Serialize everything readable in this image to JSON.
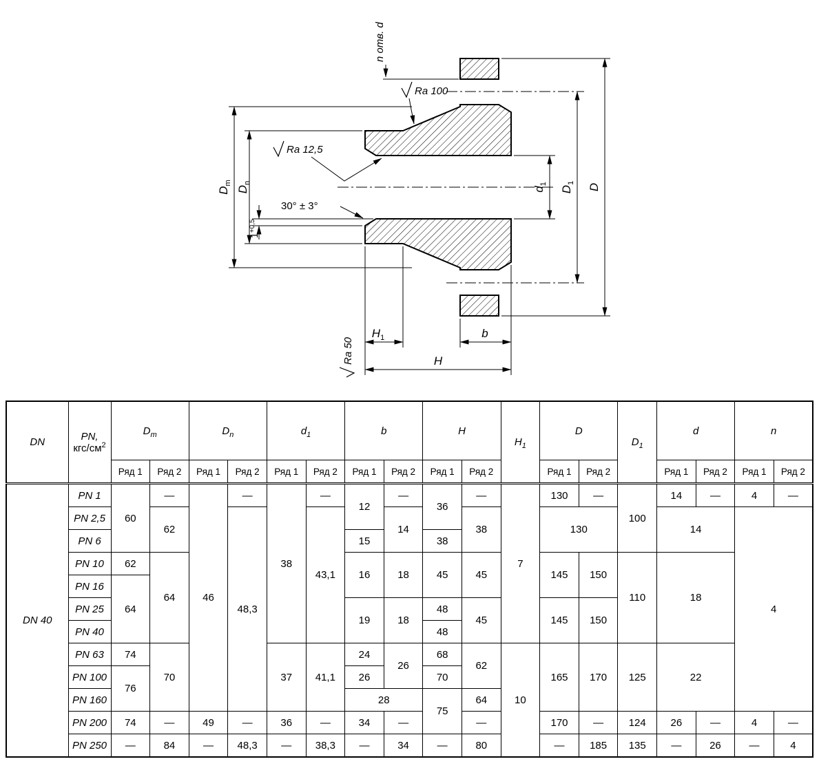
{
  "drawing": {
    "labels": {
      "n_holes": "n отв. d",
      "ra_top": "Ra 100",
      "ra_mid": "Ra 12,5",
      "ra_left": "Ra 50",
      "chamfer_angle": "30° ± 3°",
      "chamfer_depth_base": "1",
      "chamfer_depth_sup": "+0,5",
      "dim_D": "D",
      "dim_D1_base": "D",
      "dim_D1_sub": "1",
      "dim_d1_base": "d",
      "dim_d1_sub": "1",
      "dim_Dm_base": "D",
      "dim_Dm_sub": "m",
      "dim_Dn_base": "D",
      "dim_Dn_sub": "n",
      "dim_H": "H",
      "dim_H1_base": "H",
      "dim_H1_sub": "1",
      "dim_b": "b"
    }
  },
  "table": {
    "header_rows": [
      [
        {
          "rs": 2,
          "parts": [
            {
              "t": "DN",
              "i": true
            }
          ]
        },
        {
          "rs": 2,
          "parts": [
            {
              "t": "PN,",
              "i": true
            },
            {
              "br": true
            },
            {
              "t": "кгс/см"
            },
            {
              "sup": "2"
            }
          ]
        },
        {
          "cs": 2,
          "parts": [
            {
              "t": "D",
              "i": true
            },
            {
              "sub": "m"
            }
          ]
        },
        {
          "cs": 2,
          "parts": [
            {
              "t": "D",
              "i": true
            },
            {
              "sub": "n"
            }
          ]
        },
        {
          "cs": 2,
          "parts": [
            {
              "t": "d",
              "i": true
            },
            {
              "sub": "1"
            }
          ]
        },
        {
          "cs": 2,
          "parts": [
            {
              "t": "b",
              "i": true
            }
          ]
        },
        {
          "cs": 2,
          "parts": [
            {
              "t": "H",
              "i": true
            }
          ]
        },
        {
          "rs": 2,
          "parts": [
            {
              "t": "H",
              "i": true
            },
            {
              "sub": "1"
            }
          ]
        },
        {
          "cs": 2,
          "parts": [
            {
              "t": "D",
              "i": true
            }
          ]
        },
        {
          "rs": 2,
          "parts": [
            {
              "t": "D",
              "i": true
            },
            {
              "sub": "1"
            }
          ]
        },
        {
          "cs": 2,
          "parts": [
            {
              "t": "d",
              "i": true
            }
          ]
        },
        {
          "cs": 2,
          "parts": [
            {
              "t": "n",
              "i": true
            }
          ]
        }
      ],
      [
        {
          "v": "Ряд 1"
        },
        {
          "v": "Ряд 2"
        },
        {
          "v": "Ряд 1"
        },
        {
          "v": "Ряд 2"
        },
        {
          "v": "Ряд 1"
        },
        {
          "v": "Ряд 2"
        },
        {
          "v": "Ряд 1"
        },
        {
          "v": "Ряд 2"
        },
        {
          "v": "Ряд 1"
        },
        {
          "v": "Ряд 2"
        },
        {
          "v": "Ряд 1"
        },
        {
          "v": "Ряд 2"
        },
        {
          "v": "Ряд 1"
        },
        {
          "v": "Ряд 2"
        },
        {
          "v": "Ряд 1"
        },
        {
          "v": "Ряд 2"
        }
      ]
    ],
    "body_rows": [
      [
        {
          "rs": 12,
          "parts": [
            {
              "t": "DN 40",
              "i": true
            }
          ]
        },
        {
          "parts": [
            {
              "t": "PN 1",
              "i": true
            }
          ]
        },
        {
          "rs": 3,
          "v": "60"
        },
        {
          "v": "—"
        },
        {
          "rs": 10,
          "v": "46"
        },
        {
          "v": "—"
        },
        {
          "rs": 7,
          "v": "38"
        },
        {
          "v": "—"
        },
        {
          "rs": 2,
          "v": "12"
        },
        {
          "v": "—"
        },
        {
          "rs": 2,
          "v": "36"
        },
        {
          "v": "—"
        },
        {
          "rs": 7,
          "v": "7"
        },
        {
          "v": "130"
        },
        {
          "v": "—"
        },
        {
          "rs": 3,
          "v": "100"
        },
        {
          "v": "14"
        },
        {
          "v": "—"
        },
        {
          "v": "4"
        },
        {
          "v": "—"
        }
      ],
      [
        {
          "parts": [
            {
              "t": "PN 2,5",
              "i": true
            }
          ]
        },
        {
          "rs": 2,
          "v": "62"
        },
        {
          "rs": 9,
          "v": "48,3"
        },
        {
          "rs": 6,
          "v": "43,1"
        },
        {
          "rs": 2,
          "v": "14"
        },
        {
          "rs": 2,
          "v": "38"
        },
        {
          "rs": 2,
          "cs": 2,
          "v": "130"
        },
        {
          "rs": 2,
          "cs": 2,
          "v": "14"
        },
        {
          "rs": 9,
          "cs": 2,
          "v": "4"
        }
      ],
      [
        {
          "parts": [
            {
              "t": "PN 6",
              "i": true
            }
          ]
        },
        {
          "v": "15"
        },
        {
          "v": "38"
        }
      ],
      [
        {
          "parts": [
            {
              "t": "PN 10",
              "i": true
            }
          ]
        },
        {
          "v": "62"
        },
        {
          "rs": 4,
          "v": "64"
        },
        {
          "rs": 2,
          "v": "16"
        },
        {
          "rs": 2,
          "v": "18"
        },
        {
          "rs": 2,
          "v": "45"
        },
        {
          "rs": 2,
          "v": "45"
        },
        {
          "rs": 2,
          "v": "145"
        },
        {
          "rs": 2,
          "v": "150"
        },
        {
          "rs": 4,
          "v": "110"
        },
        {
          "rs": 4,
          "cs": 2,
          "v": "18"
        }
      ],
      [
        {
          "parts": [
            {
              "t": "PN 16",
              "i": true
            }
          ]
        },
        {
          "rs": 3,
          "v": "64"
        }
      ],
      [
        {
          "parts": [
            {
              "t": "PN 25",
              "i": true
            }
          ]
        },
        {
          "rs": 2,
          "v": "19"
        },
        {
          "rs": 2,
          "v": "18"
        },
        {
          "v": "48"
        },
        {
          "rs": 2,
          "v": "45"
        },
        {
          "rs": 2,
          "v": "145"
        },
        {
          "rs": 2,
          "v": "150"
        }
      ],
      [
        {
          "parts": [
            {
              "t": "PN 40",
              "i": true
            }
          ]
        },
        {
          "v": "48"
        }
      ],
      [
        {
          "parts": [
            {
              "t": "PN 63",
              "i": true
            }
          ]
        },
        {
          "v": "74"
        },
        {
          "rs": 3,
          "v": "70"
        },
        {
          "rs": 3,
          "v": "37"
        },
        {
          "rs": 3,
          "v": "41,1"
        },
        {
          "v": "24"
        },
        {
          "rs": 2,
          "v": "26"
        },
        {
          "v": "68"
        },
        {
          "rs": 2,
          "v": "62"
        },
        {
          "rs": 5,
          "v": "10"
        },
        {
          "rs": 3,
          "v": "165"
        },
        {
          "rs": 3,
          "v": "170"
        },
        {
          "rs": 3,
          "v": "125"
        },
        {
          "rs": 3,
          "cs": 2,
          "v": "22"
        }
      ],
      [
        {
          "parts": [
            {
              "t": "PN 100",
              "i": true
            }
          ]
        },
        {
          "rs": 2,
          "v": "76"
        },
        {
          "v": "26"
        },
        {
          "v": "70"
        }
      ],
      [
        {
          "parts": [
            {
              "t": "PN 160",
              "i": true
            }
          ]
        },
        {
          "cs": 2,
          "v": "28"
        },
        {
          "rs": 2,
          "v": "75"
        },
        {
          "v": "64"
        }
      ],
      [
        {
          "parts": [
            {
              "t": "PN 200",
              "i": true
            }
          ]
        },
        {
          "v": "74"
        },
        {
          "v": "—"
        },
        {
          "v": "49"
        },
        {
          "v": "—"
        },
        {
          "v": "36"
        },
        {
          "v": "—"
        },
        {
          "v": "34"
        },
        {
          "v": "—"
        },
        {
          "v": "—"
        },
        {
          "v": "170"
        },
        {
          "v": "—"
        },
        {
          "v": "124"
        },
        {
          "v": "26"
        },
        {
          "v": "—"
        },
        {
          "v": "4"
        },
        {
          "v": "—"
        }
      ],
      [
        {
          "parts": [
            {
              "t": "PN 250",
              "i": true
            }
          ]
        },
        {
          "v": "—"
        },
        {
          "v": "84"
        },
        {
          "v": "—"
        },
        {
          "v": "48,3"
        },
        {
          "v": "—"
        },
        {
          "v": "38,3"
        },
        {
          "v": "—"
        },
        {
          "v": "34"
        },
        {
          "v": "—"
        },
        {
          "v": "80"
        },
        {
          "v": "—"
        },
        {
          "v": "185"
        },
        {
          "v": "135"
        },
        {
          "v": "—"
        },
        {
          "v": "26"
        },
        {
          "v": "—"
        },
        {
          "v": "4"
        }
      ]
    ]
  }
}
